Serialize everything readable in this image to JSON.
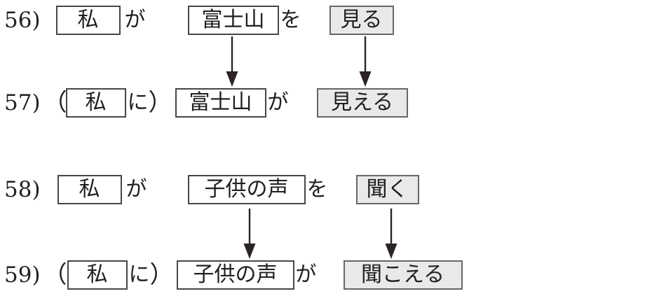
{
  "page": {
    "title": "Japanese transitive / intransitive example sentences",
    "background_color": "#ffffff",
    "text_color": "#231f1e",
    "box_border_color": "#4a4545",
    "shaded_box_fill": "#e9e9e9",
    "arrow_color": "#2b2423"
  },
  "lines": [
    {
      "number": "56)",
      "open_paren": "",
      "close_paren": "",
      "subject_box": "私",
      "subject_particle": "が",
      "object_box": "富士山",
      "object_particle": "を",
      "verb_box": "見る",
      "verb_shaded": true
    },
    {
      "number": "57)",
      "open_paren": "（",
      "close_paren": "）",
      "subject_box": "私",
      "subject_particle": "に",
      "object_box": "富士山",
      "object_particle": "が",
      "verb_box": "見える",
      "verb_shaded": true
    },
    {
      "number": "58)",
      "open_paren": "",
      "close_paren": "",
      "subject_box": "私",
      "subject_particle": "が",
      "object_box": "子供の声",
      "object_particle": "を",
      "verb_box": "聞く",
      "verb_shaded": true
    },
    {
      "number": "59)",
      "open_paren": "（",
      "close_paren": "）",
      "subject_box": "私",
      "subject_particle": "に",
      "object_box": "子供の声",
      "object_particle": "が",
      "verb_box": "聞こえる",
      "verb_shaded": true
    }
  ],
  "arrows": [
    {
      "name": "arrow-object-56-to-57",
      "from_line": "56)",
      "to_line": "57)",
      "links": "富士山"
    },
    {
      "name": "arrow-verb-56-to-57",
      "from_line": "56)",
      "to_line": "57)",
      "links": "見る"
    },
    {
      "name": "arrow-object-58-to-59",
      "from_line": "58)",
      "to_line": "59)",
      "links": "子供の声"
    },
    {
      "name": "arrow-verb-58-to-59",
      "from_line": "58)",
      "to_line": "59)",
      "links": "聞く"
    }
  ]
}
